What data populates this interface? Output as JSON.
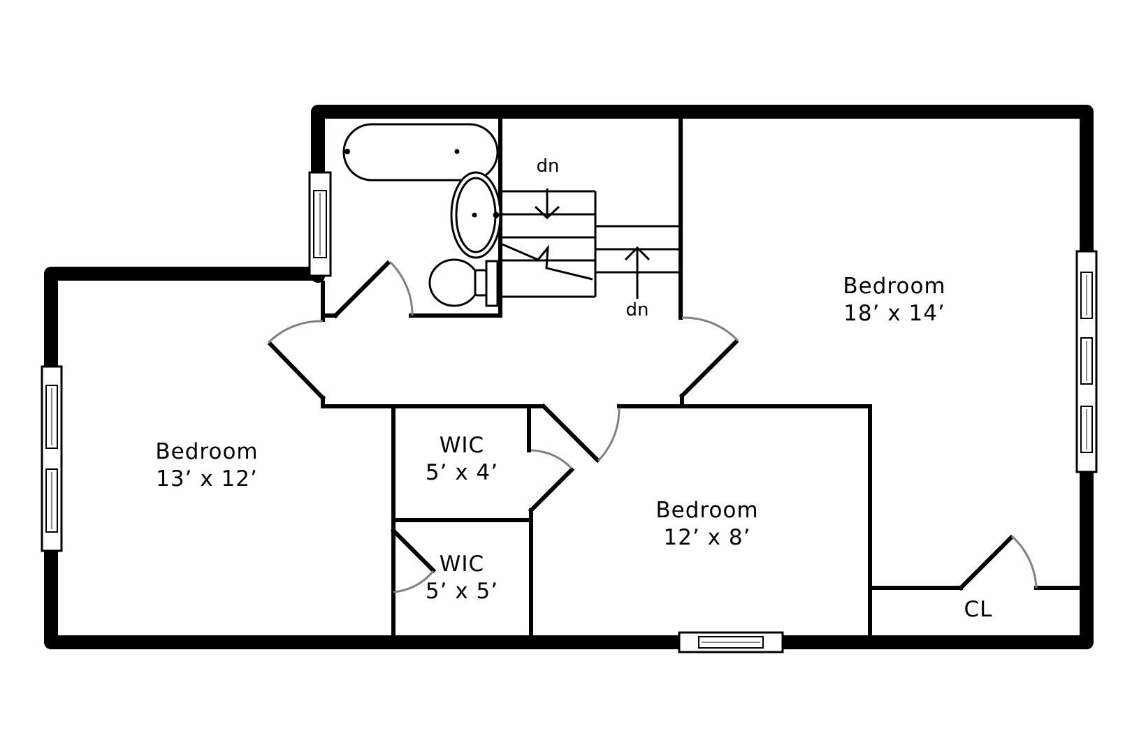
{
  "floor_plan": {
    "rooms": {
      "bedroom_large": {
        "name": "Bedroom",
        "dimensions": "18’ x 14’"
      },
      "bedroom_left": {
        "name": "Bedroom",
        "dimensions": "13’ x 12’"
      },
      "bedroom_small": {
        "name": "Bedroom",
        "dimensions": "12’ x 8’"
      },
      "wic_upper": {
        "name": "WIC",
        "dimensions": "5’ x 4’"
      },
      "wic_lower": {
        "name": "WIC",
        "dimensions": "5’ x 5’"
      },
      "closet": {
        "name": "CL"
      }
    },
    "stairs": {
      "upper_label": "dn",
      "lower_label": "dn"
    }
  }
}
